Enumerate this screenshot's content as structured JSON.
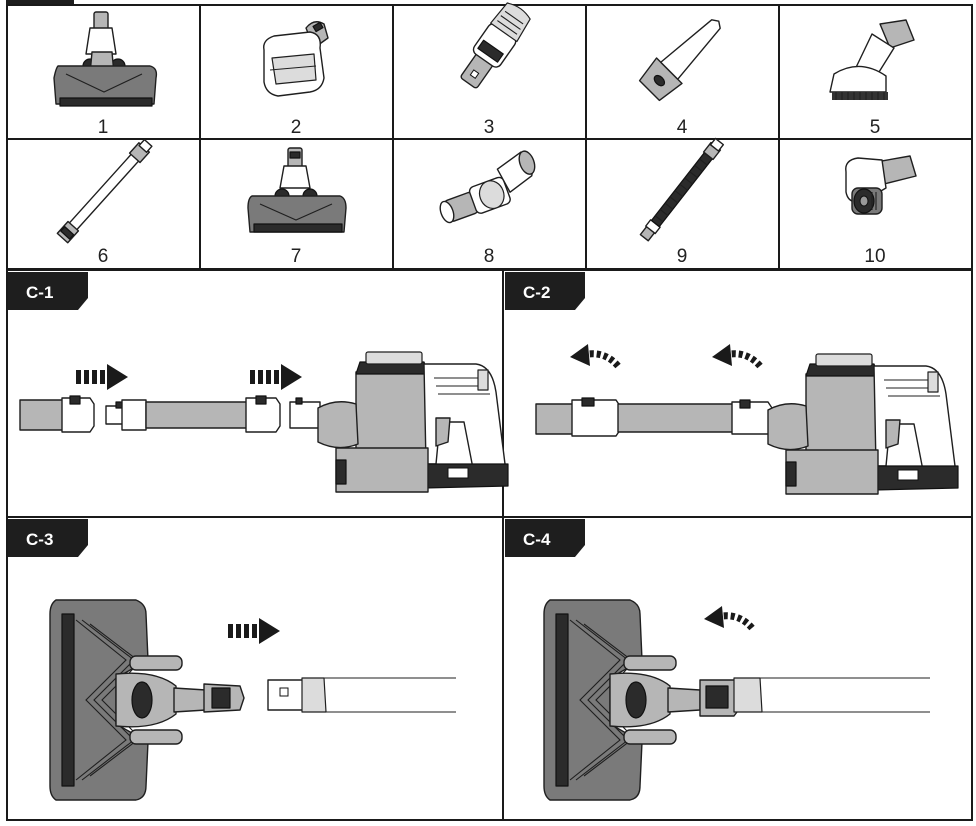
{
  "parts": [
    {
      "label": "1",
      "icon": "floor-brush-head-icon"
    },
    {
      "label": "2",
      "icon": "mini-turbo-brush-icon"
    },
    {
      "label": "3",
      "icon": "brush-nozzle-icon"
    },
    {
      "label": "4",
      "icon": "crevice-tool-icon"
    },
    {
      "label": "5",
      "icon": "wide-bristle-brush-icon"
    },
    {
      "label": "6",
      "icon": "extension-wand-icon"
    },
    {
      "label": "7",
      "icon": "carpet-brush-head-icon"
    },
    {
      "label": "8",
      "icon": "angle-adapter-icon"
    },
    {
      "label": "9",
      "icon": "flexible-hose-icon"
    },
    {
      "label": "10",
      "icon": "roller-brush-tool-icon"
    }
  ],
  "steps": [
    {
      "label": "C-1",
      "icon": "connect-wand-to-vacuum-icon"
    },
    {
      "label": "C-2",
      "icon": "lock-wand-into-vacuum-icon"
    },
    {
      "label": "C-3",
      "icon": "attach-floor-head-icon"
    },
    {
      "label": "C-4",
      "icon": "lock-floor-head-icon"
    }
  ],
  "colors": {
    "border": "#1a1a1a",
    "tab": "#1e1e1e",
    "grey": "#b6b6b6",
    "dark": "#2b2b2b"
  }
}
